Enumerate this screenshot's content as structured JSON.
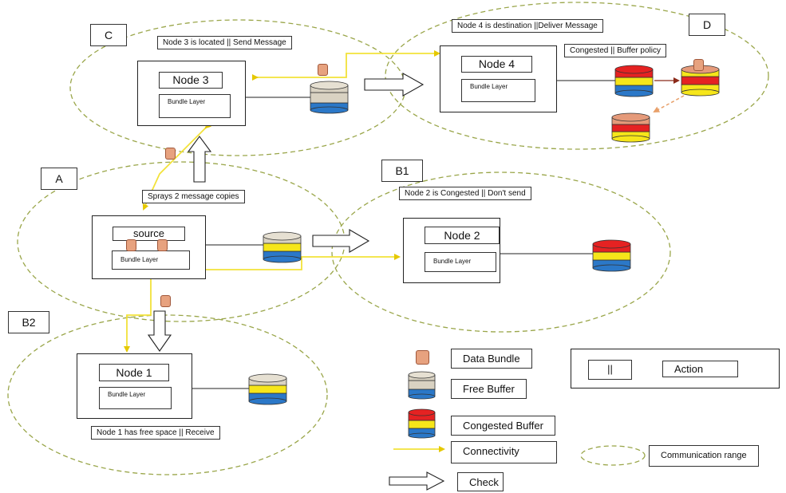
{
  "regions": {
    "a": "A",
    "b1": "B1",
    "b2": "B2",
    "c": "C",
    "d": "D"
  },
  "nodes": {
    "node1": {
      "title": "Node 1",
      "layer": "Bundle Layer"
    },
    "node2": {
      "title": "Node 2",
      "layer": "Bundle Layer"
    },
    "node3": {
      "title": "Node 3",
      "layer": "Bundle Layer"
    },
    "node4": {
      "title": "Node 4",
      "layer": "Bundle Layer"
    },
    "source": {
      "title": "source",
      "layer": "Bundle Layer"
    }
  },
  "captions": {
    "node3": "Node 3 is located || Send Message",
    "node4": "Node 4 is destination ||Deliver Message",
    "congested": "Congested || Buffer policy",
    "node2": "Node 2 is Congested || Don't send",
    "sprays": "Sprays 2 message copies",
    "node1": "Node 1 has free space || Receive"
  },
  "legend": {
    "data_bundle": "Data Bundle",
    "free_buffer": "Free Buffer",
    "congested_buffer": "Congested Buffer",
    "connectivity": "Connectivity",
    "communication_range": "Communication  range",
    "check": "Check",
    "separator": "||",
    "action": "Action"
  },
  "colors": {
    "range_ellipse": "#9aa64a",
    "connectivity_line": "#f2e23a",
    "bundle": "#e7a27f",
    "buffer_free_top": "#d9d2c2",
    "buffer_blue": "#2b78c8",
    "buffer_yellow": "#f6e61a",
    "buffer_red": "#e52222",
    "buffer_salmon": "#e59a7a"
  }
}
